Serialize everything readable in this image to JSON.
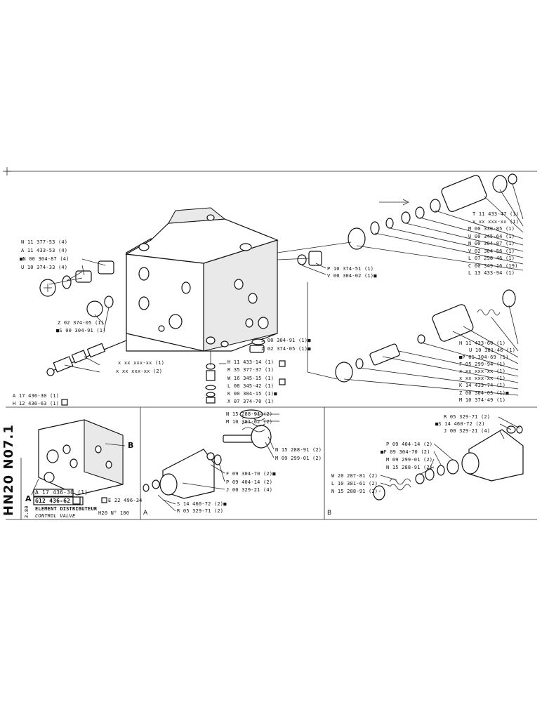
{
  "main_labels_left": [
    "N 11 377-53 (4)",
    "A 11 433-53 (4)",
    "■N 00 304-87 (4)",
    "U 10 374-33 (4)"
  ],
  "main_labels_mid_left": [
    "Z 02 374-05 (1)",
    "■S 00 304-91 (1)"
  ],
  "main_labels_shaft": [
    "x xx xxx-xx (1)",
    "x xx xxx-xx (2)"
  ],
  "main_labels_bottom_center": [
    "H 11 433-14 (1)",
    "R 35 377-37 (1)",
    "W 16 345-15 (1)",
    "L 08 345-42 (1)",
    "K 00 304-15 (1)■",
    "X 07 374-70 (1)"
  ],
  "main_labels_right_mid": [
    "S 00 304-91 (1)■",
    "Z 02 374-05 (1)■"
  ],
  "main_labels_plug": [
    "P 10 374-51 (1)",
    "V 00 304-02 (1)■"
  ],
  "main_labels_top_right": [
    "T 11 433-47 (1)",
    "x xx xxx-xx (1)",
    "M 00 330-85 (1)",
    "U 00 345-64 (1)",
    "N 00 304-87 (1)",
    "V 02 304-56 (1)",
    "L 07 298-46 (1)",
    "C 00 349-16 (19)",
    "L 13 433-94 (1)"
  ],
  "main_labels_mid_right": [
    "H 11 433-60 (1)",
    "U 10 381-46 (1)",
    "■P 01 304-69 (1)",
    "F 05 299-94 (1)",
    "x xx xxx-xx (1)",
    "x xx xxx-xx (1)",
    "K 14 433-74 (1)",
    "Z 00 304-05 (1)■",
    "M 10 374-49 (1)"
  ],
  "main_labels_bottom_left": [
    "A 17 436-30 (1)",
    "H 12 436-63 (1)"
  ],
  "bottom_left": {
    "label_a": "A",
    "label_b": "B",
    "ref1": "A 17 436-30 (1)",
    "ref2": "G12 436-62",
    "ref3": "E 22 496-34",
    "title_fr": "ELEMENT DISTRIBUTEUR",
    "title_en": "CONTROL VALVE",
    "model": "H20  N° 100",
    "code": "HN20 N07.1",
    "small_code": "3.80"
  },
  "panel_a": {
    "corner": "A",
    "labels": [
      "N 15 288-91 (2)",
      "M 10 381-62 (2)",
      "N 15 288-91 (2)",
      "M 09 299-01 (2)",
      "F 09 304-70 (2)■",
      "P 09 404-14 (2)",
      "J 00 329-21 (4)",
      "S 14 460-72 (2)■",
      "R 05 329-71 (2)"
    ]
  },
  "panel_b": {
    "corner": "B",
    "labels": [
      "R 05 329-71 (2)",
      "■S 14 460-72 (2)",
      "J 00 329-21 (4)",
      "P 09 404-14 (2)",
      "■F 09 304-70 (2)",
      "M 09 299-01 (2)",
      "N 15 288-91 (2)",
      "W 20 287-81 (2)",
      "L 10 381-61 (2)",
      "N 15 288-91 (2)"
    ]
  }
}
